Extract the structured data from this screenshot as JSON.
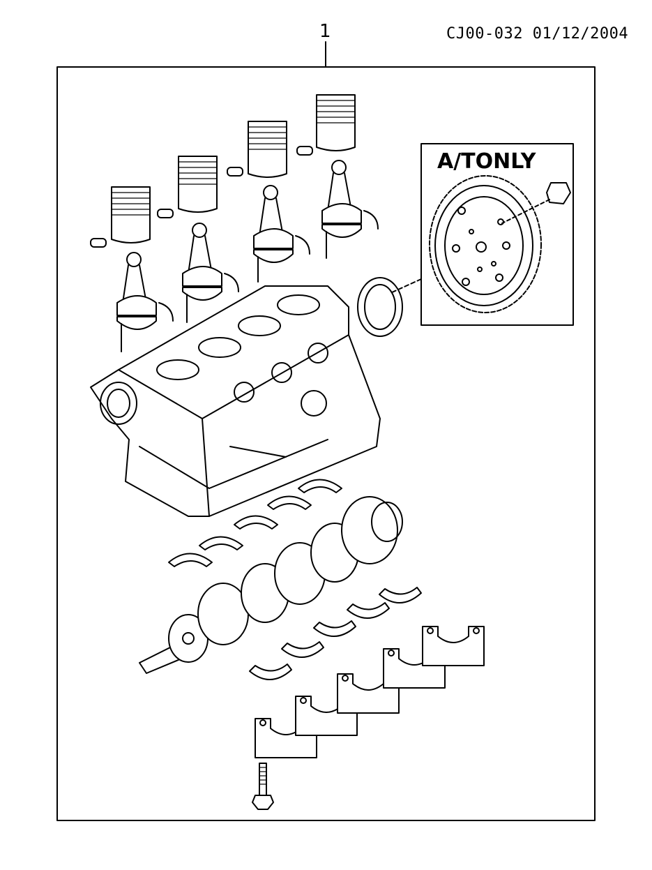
{
  "header": {
    "callout_number": "1",
    "document_reference": "CJ00-032 01/12/2004"
  },
  "inset": {
    "title": "A/TONLY"
  },
  "icons": {
    "pistons": "piston-icon",
    "connecting_rods": "connecting-rod-icon",
    "flywheel": "flywheel-icon",
    "crankshaft": "crankshaft-icon"
  }
}
